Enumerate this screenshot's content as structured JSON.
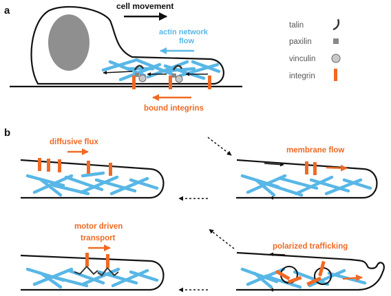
{
  "panel_a": {
    "letter": "a",
    "cell_movement_label": "cell movement",
    "actin_flow_label_line1": "actin network",
    "actin_flow_label_line2": "flow",
    "bound_integrins_label": "bound integrins",
    "legend": {
      "talin": "talin",
      "paxilin": "paxilin",
      "vinculin": "vinculin",
      "integrin": "integrin"
    }
  },
  "panel_b": {
    "letter": "b",
    "diffusive_flux_label": "diffusive flux",
    "membrane_flow_label": "membrane flow",
    "motor_driven_label_line1": "motor driven",
    "motor_driven_label_line2": "transport",
    "polarized_trafficking_label": "polarized trafficking"
  },
  "colors": {
    "actin": "#58b7e6",
    "integrin": "#ef6a24",
    "nucleus": "#8f8f8f",
    "outline": "#111111",
    "paxilin": "#888888",
    "vinculin": "#c8c8c8"
  }
}
